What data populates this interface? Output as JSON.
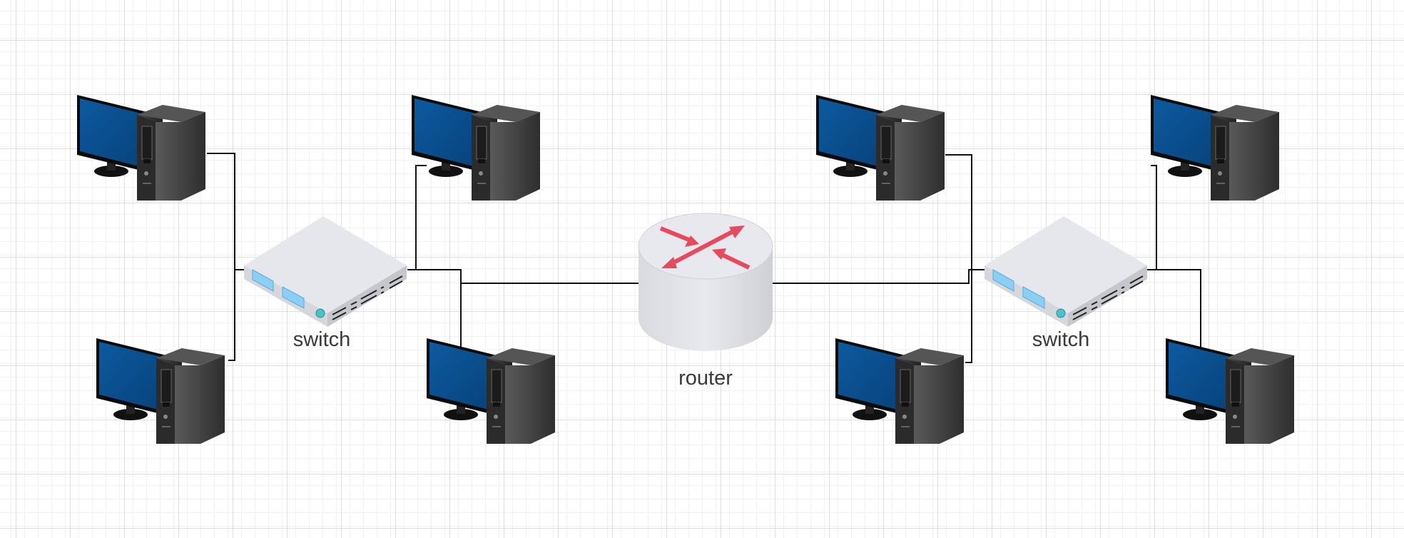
{
  "diagram": {
    "colors": {
      "background": "#ffffff",
      "grid_minor": "#e6e6e6",
      "grid_major": "#d3d3d3",
      "link": "#111111",
      "monitor_screen": "#0b5394",
      "tower": "#3a3a3a",
      "device_body": "#e6e7ec",
      "router_arrows": "#e8495c",
      "switch_ports": "#8ccff5"
    },
    "router": {
      "label": "router",
      "icon": "router-icon"
    },
    "switches": [
      {
        "id": "switch-left",
        "label": "switch",
        "icon": "switch-icon"
      },
      {
        "id": "switch-right",
        "label": "switch",
        "icon": "switch-icon"
      }
    ],
    "computers": [
      {
        "id": "pc-left-top-left",
        "icon": "desktop-computer-icon"
      },
      {
        "id": "pc-left-bottom-left",
        "icon": "desktop-computer-icon"
      },
      {
        "id": "pc-left-top-right",
        "icon": "desktop-computer-icon"
      },
      {
        "id": "pc-left-bottom-right",
        "icon": "desktop-computer-icon"
      },
      {
        "id": "pc-right-top-left",
        "icon": "desktop-computer-icon"
      },
      {
        "id": "pc-right-bottom-left",
        "icon": "desktop-computer-icon"
      },
      {
        "id": "pc-right-top-right",
        "icon": "desktop-computer-icon"
      },
      {
        "id": "pc-right-bottom-right",
        "icon": "desktop-computer-icon"
      }
    ],
    "links": [
      {
        "from": "pc-left-top-left",
        "to": "switch-left"
      },
      {
        "from": "pc-left-bottom-left",
        "to": "switch-left"
      },
      {
        "from": "pc-left-top-right",
        "to": "switch-left"
      },
      {
        "from": "pc-left-bottom-right",
        "to": "switch-left"
      },
      {
        "from": "switch-left",
        "to": "router"
      },
      {
        "from": "router",
        "to": "switch-right"
      },
      {
        "from": "pc-right-top-left",
        "to": "switch-right"
      },
      {
        "from": "pc-right-bottom-left",
        "to": "switch-right"
      },
      {
        "from": "pc-right-top-right",
        "to": "switch-right"
      },
      {
        "from": "pc-right-bottom-right",
        "to": "switch-right"
      }
    ]
  }
}
